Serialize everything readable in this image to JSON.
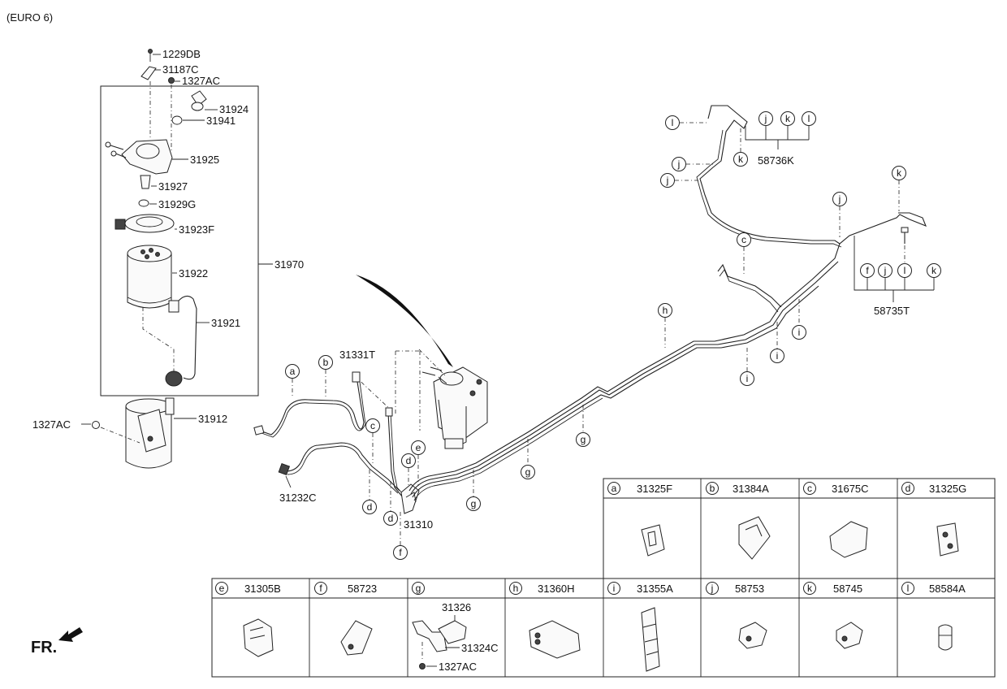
{
  "variant_label": "(EURO 6)",
  "direction_label": "FR.",
  "filter_assembly": {
    "callouts": [
      "1229DB",
      "31187C",
      "1327AC",
      "31924",
      "31941",
      "31925",
      "31927",
      "31929G",
      "31923F",
      "31922",
      "31921",
      "31970"
    ]
  },
  "bracket_callouts": {
    "left_bolt": "1327AC",
    "bracket": "31912"
  },
  "tube_callouts": {
    "tube_a": "31331T",
    "tube_b": "31232C",
    "clip_assy": "31310"
  },
  "group_callouts": {
    "upper": "58736K",
    "lower": "58735T"
  },
  "reference_letters": [
    "a",
    "b",
    "c",
    "d",
    "e",
    "f",
    "g",
    "h",
    "i",
    "j",
    "k",
    "l"
  ],
  "legend_top": [
    {
      "letter": "a",
      "part": "31325F"
    },
    {
      "letter": "b",
      "part": "31384A"
    },
    {
      "letter": "c",
      "part": "31675C"
    },
    {
      "letter": "d",
      "part": "31325G"
    }
  ],
  "legend_bottom": [
    {
      "letter": "e",
      "part": "31305B"
    },
    {
      "letter": "f",
      "part": "58723"
    },
    {
      "letter": "g",
      "part": ""
    },
    {
      "letter": "h",
      "part": "31360H"
    },
    {
      "letter": "i",
      "part": "31355A"
    },
    {
      "letter": "j",
      "part": "58753"
    },
    {
      "letter": "k",
      "part": "58745"
    },
    {
      "letter": "l",
      "part": "58584A"
    }
  ],
  "legend_g_sub": {
    "a": "31326",
    "b": "31324C",
    "c": "1327AC"
  }
}
